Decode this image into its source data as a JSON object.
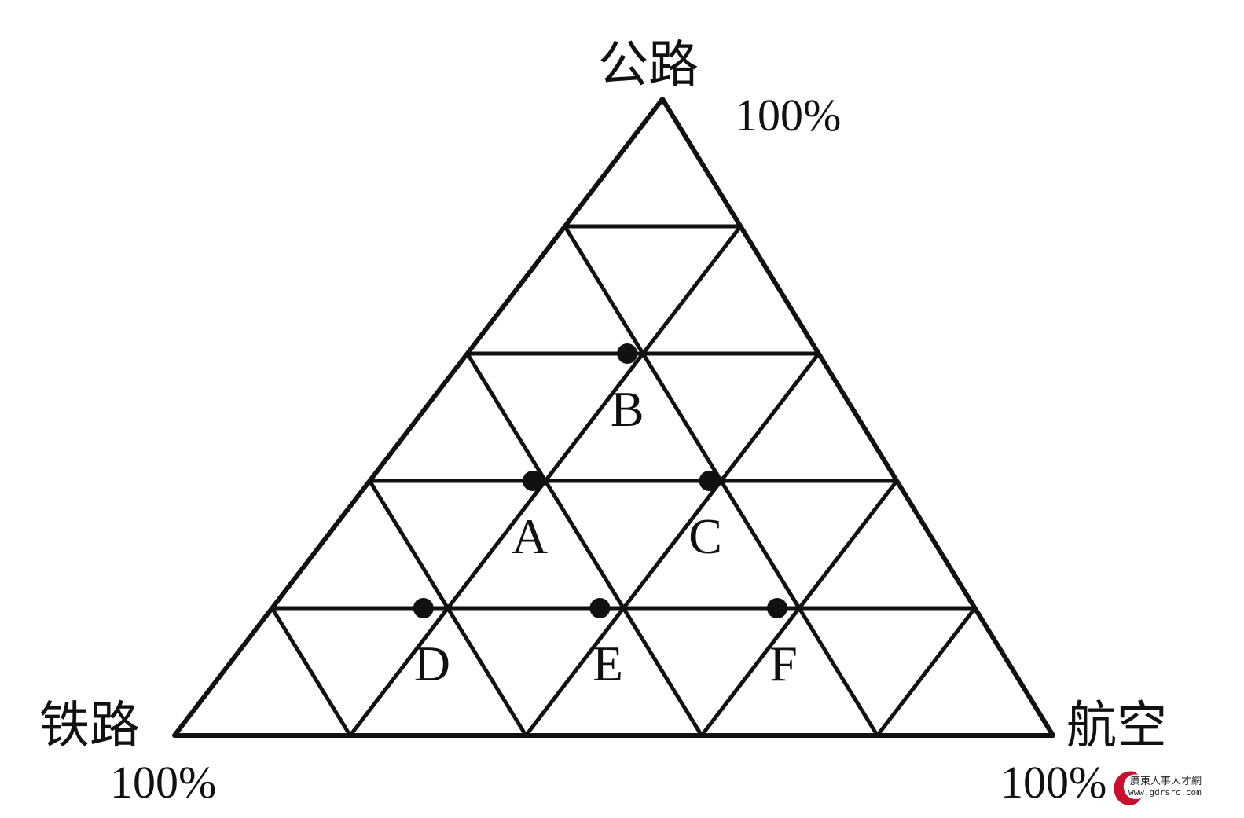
{
  "corners": {
    "top": {
      "name": "公路",
      "percent": "100%"
    },
    "left": {
      "name": "铁路",
      "percent": "100%"
    },
    "right": {
      "name": "航空",
      "percent": "100%"
    }
  },
  "grid": {
    "divisions": 5
  },
  "points": [
    {
      "label": "A",
      "grid": [
        2,
        1,
        2
      ]
    },
    {
      "label": "B",
      "grid": [
        3,
        1,
        1
      ]
    },
    {
      "label": "C",
      "grid": [
        2,
        2,
        1
      ]
    },
    {
      "label": "D",
      "grid": [
        1,
        1,
        3
      ]
    },
    {
      "label": "E",
      "grid": [
        1,
        2,
        2
      ]
    },
    {
      "label": "F",
      "grid": [
        1,
        3,
        1
      ]
    }
  ],
  "watermark": {
    "text": "廣東人事人才網",
    "url": "www.gdrsrc.com"
  },
  "colors": {
    "line": "#111111",
    "background": "#ffffff",
    "watermark_accent": "#c8102e"
  }
}
